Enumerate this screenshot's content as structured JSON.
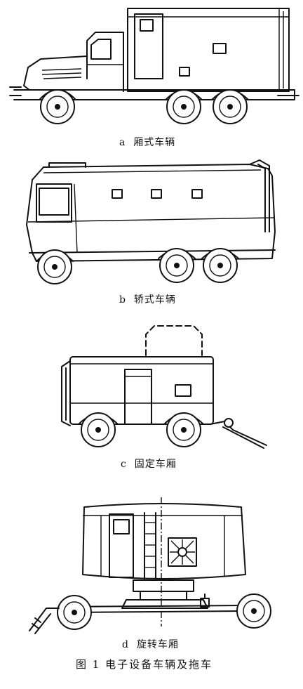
{
  "panels": [
    {
      "letter": "a",
      "label": "厢式车辆"
    },
    {
      "letter": "b",
      "label": "轿式车辆"
    },
    {
      "letter": "c",
      "label": "固定车厢"
    },
    {
      "letter": "d",
      "label": "旋转车厢"
    }
  ],
  "figure_caption": "图 1  电子设备车辆及拖车"
}
